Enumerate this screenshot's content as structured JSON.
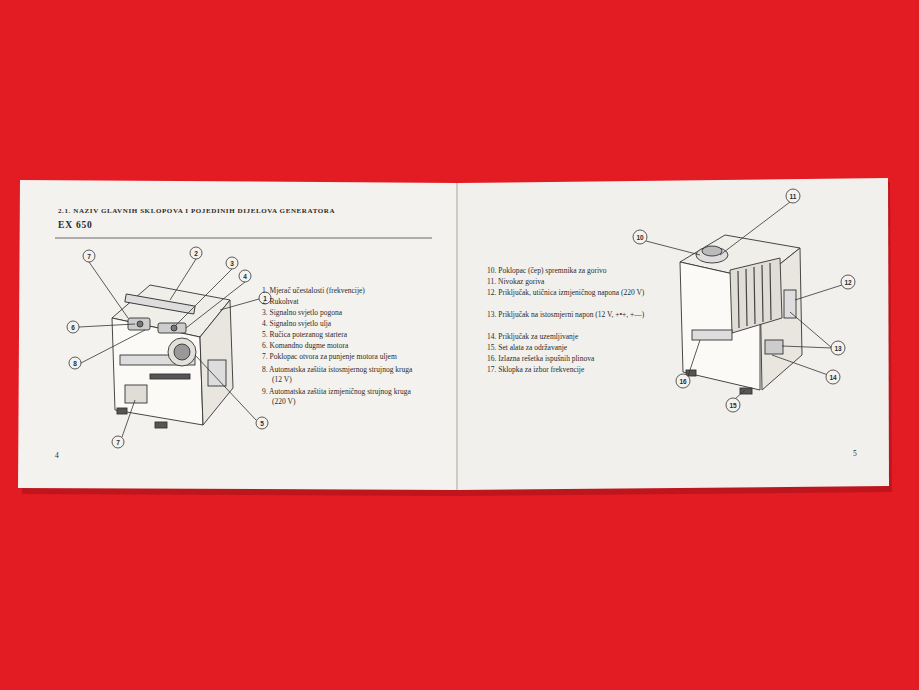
{
  "diagram": {
    "title": "2.1. NAZIV GLAVNIH SKLOPOVA I POJEDINIH DIJELOVA GENERATORA",
    "labels": [
      "EX 650",
      "1. Mjerač učestalosti (frekvencije)",
      "2. Rukohvat",
      "3. Signalno svjetlo pogona",
      "4. Signalno svjetlo ulja",
      "5. Ručica potezanog startera",
      "6. Komandno dugme motora",
      "7. Poklopac otvora za punjenje motora uljem",
      "8. Automatska zaštita istosmjernog strujnog kruga (12 V)",
      "9. Automatska zaštita izmjeničnog strujnog kruga (220 V)",
      "7",
      "2",
      "3",
      "4",
      "1",
      "6",
      "8",
      "7",
      "5",
      "4",
      "10. Poklopac (čep) spremnika za gorivo",
      "11. Nivokaz goriva",
      "12. Priključak, utičnica izmjeničnog napona (220 V)",
      "13. Priključak na istosmjerni napon (12 V, +•+, +—)",
      "14. Priključak za uzemljivanje",
      "15. Set alata za održavanje",
      "16. Izlazna rešetka ispušnih plinova",
      "17. Sklopka za izbor frekvencije",
      "10",
      "11",
      "12",
      "13",
      "14",
      "16",
      "15",
      "5"
    ]
  }
}
